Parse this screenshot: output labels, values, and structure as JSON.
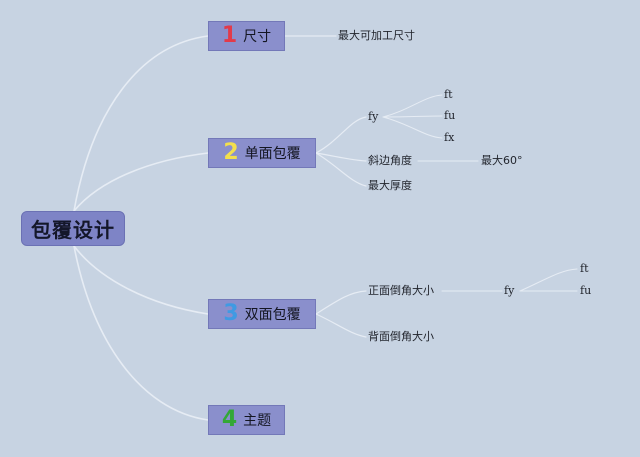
{
  "root": {
    "label": "包覆设计"
  },
  "colors": {
    "background": "#c7d3e2",
    "root_fill": "#7e84c6",
    "topic_fill": "#8a8fcc",
    "connector": "#e6ecf4",
    "num_1": "#e23a4a",
    "num_2": "#f3df4d",
    "num_3": "#3f9ae3",
    "num_4": "#33a836"
  },
  "topics": [
    {
      "num": "1",
      "label": "尺寸"
    },
    {
      "num": "2",
      "label": "单面包覆"
    },
    {
      "num": "3",
      "label": "双面包覆"
    },
    {
      "num": "4",
      "label": "主题"
    }
  ],
  "leaves": {
    "t1_max_size": "最大可加工尺寸",
    "t2_fy": "fy",
    "t2_fy_ft": "ft",
    "t2_fy_fu": "fu",
    "t2_fy_fx": "fx",
    "t2_bevel_angle": "斜边角度",
    "t2_bevel_max": "最大60°",
    "t2_max_thickness": "最大厚度",
    "t3_front_chamfer": "正面倒角大小",
    "t3_front_fy": "fy",
    "t3_front_fy_ft": "ft",
    "t3_front_fy_fu": "fu",
    "t3_back_chamfer": "背面倒角大小"
  }
}
